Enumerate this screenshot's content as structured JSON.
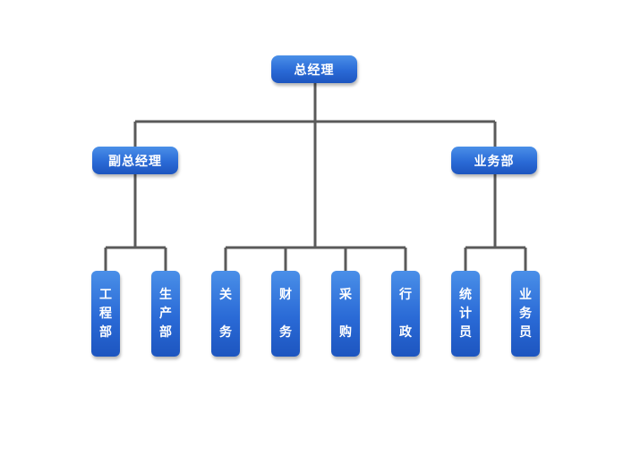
{
  "org_chart": {
    "root": {
      "label": "总经理"
    },
    "level2": {
      "left": {
        "label": "副总经理"
      },
      "right": {
        "label": "业务部"
      }
    },
    "leaves": [
      {
        "label": "工\n程\n部"
      },
      {
        "label": "生\n产\n部"
      },
      {
        "label": "关\n务"
      },
      {
        "label": "财\n务"
      },
      {
        "label": "采\n购"
      },
      {
        "label": "行\n政"
      },
      {
        "label": "统\n计\n员"
      },
      {
        "label": "业\n务\n员"
      }
    ]
  },
  "colors": {
    "node_fill": "#2a6ad6",
    "connector": "#5a5a5a",
    "text": "#ffffff"
  }
}
